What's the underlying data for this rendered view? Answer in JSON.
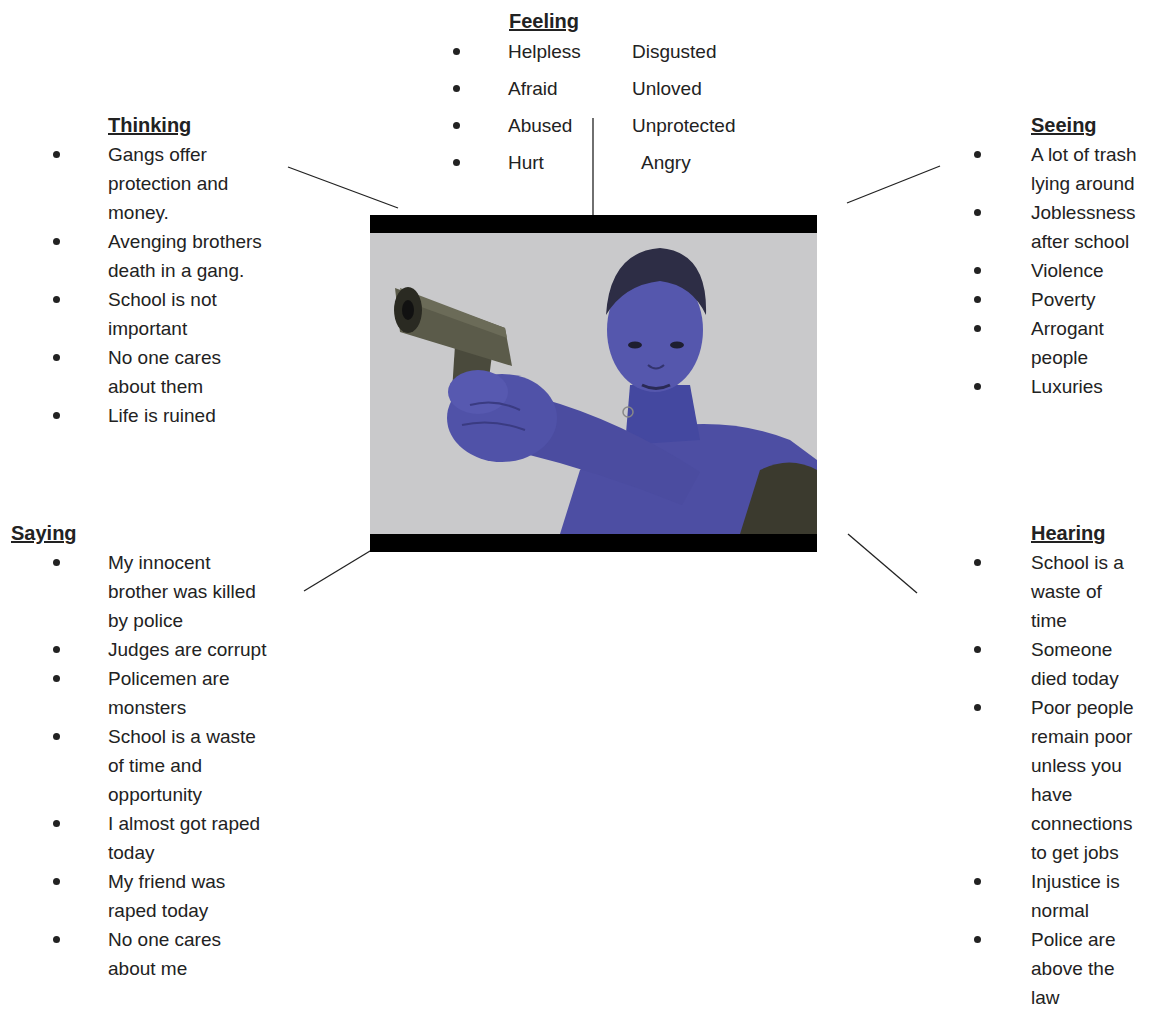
{
  "diagram": {
    "labels": [
      "Feeling",
      "Helpless",
      "Disgusted",
      "Afraid",
      "Unloved",
      "Abused",
      "Unprotected",
      "Hurt",
      "Angry",
      "Thinking",
      "Gangs offer protection and money.",
      "Avenging brothers death in a gang.",
      "School is not important",
      "No one cares about them",
      "Life is ruined",
      "Seeing",
      "A lot of trash lying around",
      "Joblessness after school",
      "Violence",
      "Poverty",
      "Arrogant people",
      "Luxuries",
      "Saying",
      "My innocent brother was killed by police",
      "Judges are corrupt",
      "Policemen are monsters",
      "School is a waste of time and opportunity",
      "I almost got raped today",
      "My friend was raped today",
      "No one cares about me",
      "Hearing",
      "School is a waste of time",
      "Someone died today",
      "Poor people remain poor unless you have connections to get jobs",
      "Injustice is normal",
      "Police are above the law"
    ]
  }
}
